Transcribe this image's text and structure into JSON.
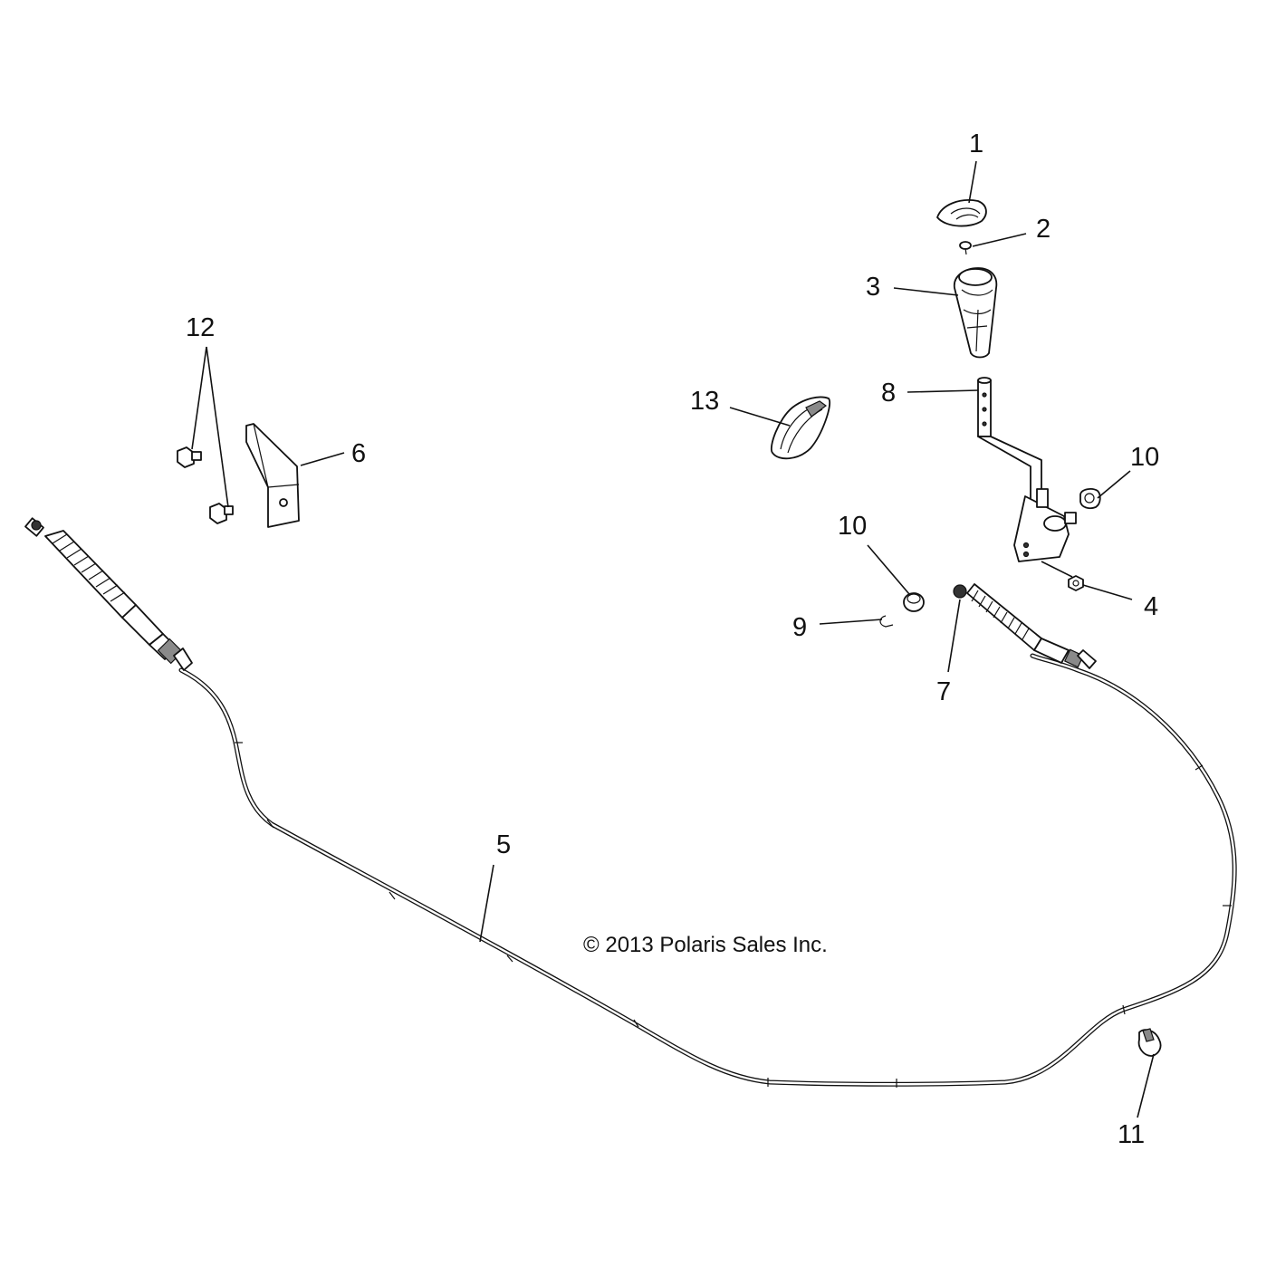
{
  "copyright": "© 2013 Polaris Sales Inc.",
  "callouts": [
    {
      "id": "c1",
      "number": "1"
    },
    {
      "id": "c2",
      "number": "2"
    },
    {
      "id": "c3",
      "number": "3"
    },
    {
      "id": "c4",
      "number": "4"
    },
    {
      "id": "c5",
      "number": "5"
    },
    {
      "id": "c6",
      "number": "6"
    },
    {
      "id": "c7",
      "number": "7"
    },
    {
      "id": "c8",
      "number": "8"
    },
    {
      "id": "c9",
      "number": "9"
    },
    {
      "id": "c10a",
      "number": "10"
    },
    {
      "id": "c10b",
      "number": "10"
    },
    {
      "id": "c11",
      "number": "11"
    },
    {
      "id": "c12",
      "number": "12"
    },
    {
      "id": "c13",
      "number": "13"
    }
  ]
}
